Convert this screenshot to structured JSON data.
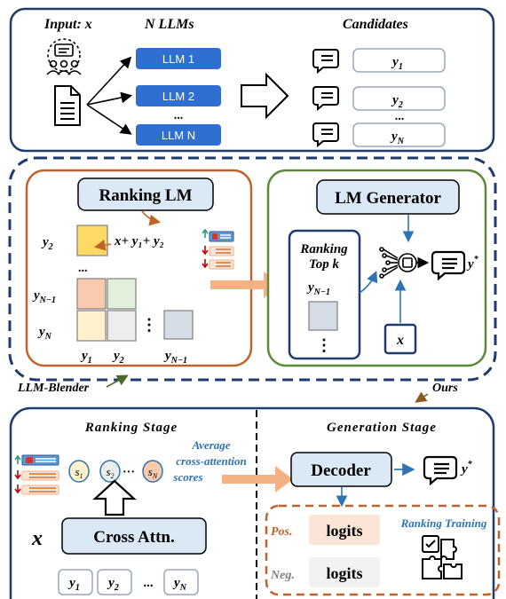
{
  "top_panel": {
    "input_label": "Input: x",
    "nllms_label": "N LLMs",
    "candidates_label": "Candidates",
    "llms": [
      "LLM 1",
      "LLM 2",
      "...",
      "LLM N"
    ],
    "candidates": [
      {
        "base": "y",
        "sub": "1"
      },
      {
        "base": "y",
        "sub": "2"
      },
      {
        "base": "...",
        "sub": ""
      },
      {
        "base": "y",
        "sub": "N"
      }
    ]
  },
  "blender_panel": {
    "ranking_lm": "Ranking LM",
    "formula": "x+ y₁+ y₂",
    "row_labels": [
      {
        "base": "y",
        "sub": "2"
      },
      {
        "base": "...",
        "sub": ""
      },
      {
        "base": "y",
        "sub": "N−1"
      },
      {
        "base": "y",
        "sub": "N"
      }
    ],
    "col_labels": [
      {
        "base": "y",
        "sub": "1"
      },
      {
        "base": "y",
        "sub": "2"
      },
      {
        "base": "y",
        "sub": "N−1"
      }
    ],
    "vdots": "⋮",
    "caption": "LLM-Blender"
  },
  "generator_panel": {
    "title": "LM Generator",
    "ranking_top_k_1": "Ranking",
    "ranking_top_k_2": "Top k",
    "top_item": {
      "base": "y",
      "sub": "N−1"
    },
    "vdots": "⋮",
    "x_label": "x",
    "output": {
      "base": "y",
      "sup": "*"
    }
  },
  "ours_label": "Ours",
  "bottom_panel": {
    "ranking_stage": "Ranking Stage",
    "generation_stage": "Generation Stage",
    "scores": [
      {
        "base": "s",
        "sub": "1"
      },
      {
        "base": "s",
        "sub": "2"
      },
      {
        "base": "s",
        "sub": "N"
      }
    ],
    "dots": "···",
    "avg_line1": "Average",
    "avg_line2": "cross-attention",
    "avg_line3": "scores",
    "x_label": "x",
    "cross_attn": "Cross Attn.",
    "inputs": [
      {
        "base": "y",
        "sub": "1"
      },
      {
        "base": "y",
        "sub": "2"
      },
      {
        "base": "...",
        "sub": ""
      },
      {
        "base": "y",
        "sub": "N"
      }
    ],
    "decoder": "Decoder",
    "output": {
      "base": "y",
      "sup": "*"
    },
    "pos_label": "Pos.",
    "neg_label": "Neg.",
    "logits_pos": "logits",
    "logits_neg": "logits",
    "ranking_training": "Ranking Training"
  },
  "colors": {
    "navy": "#1f3b6e",
    "llm_blue": "#2e6fd1",
    "brown": "#c0632a",
    "green": "#5a8a3a",
    "light_blue": "#dbe8f5",
    "arrow_orange": "#f4b183"
  }
}
